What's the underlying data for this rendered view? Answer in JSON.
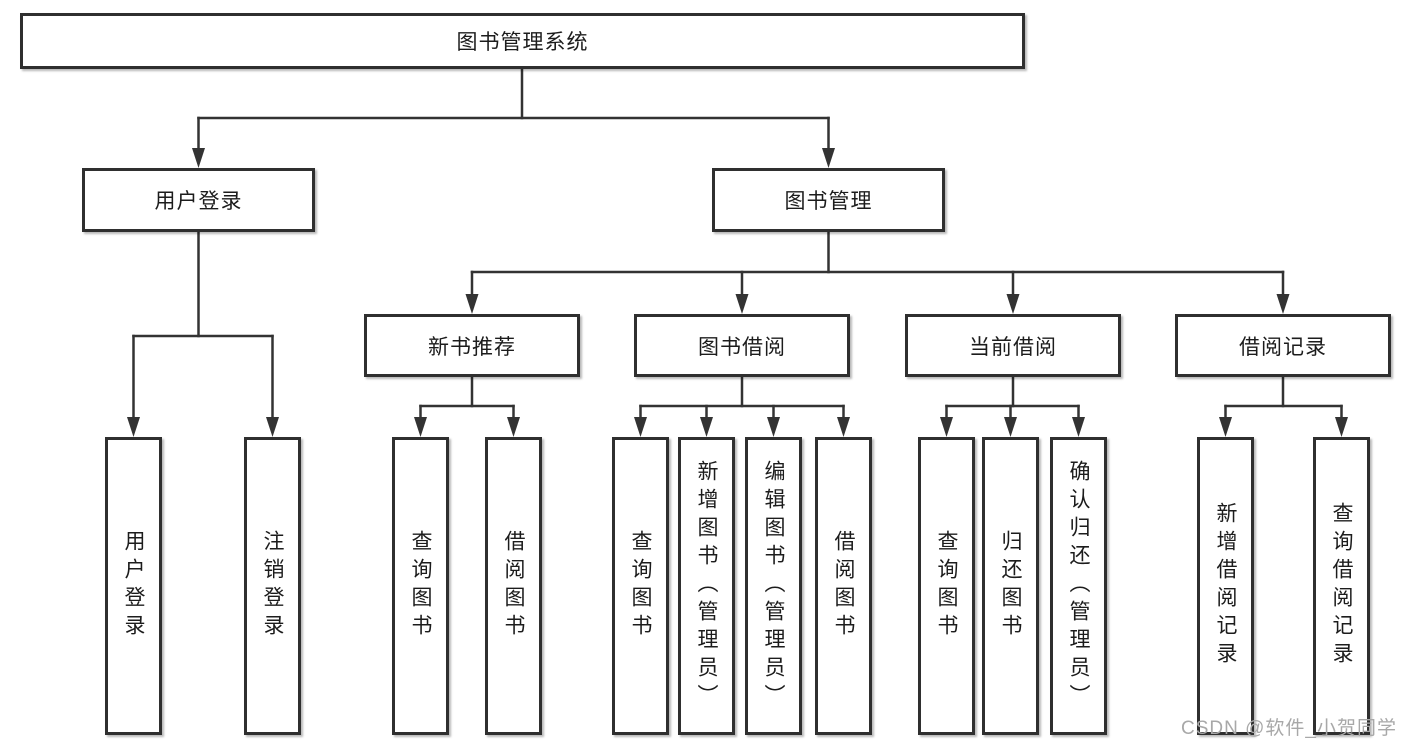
{
  "diagram": {
    "root": {
      "label": "图书管理系统"
    },
    "level2": [
      {
        "label": "用户登录"
      },
      {
        "label": "图书管理"
      }
    ],
    "level3": [
      {
        "label": "新书推荐"
      },
      {
        "label": "图书借阅"
      },
      {
        "label": "当前借阅"
      },
      {
        "label": "借阅记录"
      }
    ],
    "leaves": {
      "user_login": [
        "用户登录",
        "注销登录"
      ],
      "new_book": [
        "查询图书",
        "借阅图书"
      ],
      "book_borrow": [
        "查询图书",
        "新增图书（管理员）",
        "编辑图书（管理员）",
        "借阅图书"
      ],
      "current_borrow": [
        "查询图书",
        "归还图书",
        "确认归还（管理员）"
      ],
      "borrow_records": [
        "新增借阅记录",
        "查询借阅记录"
      ]
    },
    "line_color": "#333333",
    "border_color": "#2f2f2f"
  },
  "watermark": {
    "text": "CSDN @软件_小贺同学"
  }
}
